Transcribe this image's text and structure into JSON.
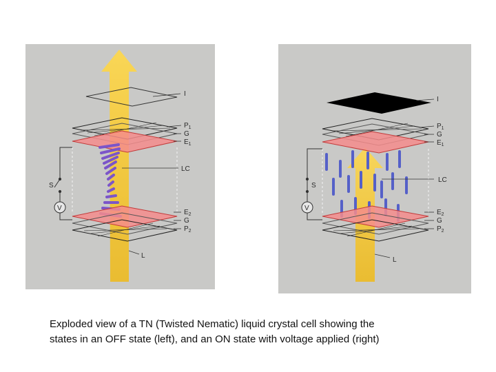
{
  "caption": {
    "line1": "Exploded view of a TN (Twisted Nematic) liquid crystal cell showing the",
    "line2": "states in an OFF state (left), and an ON state with voltage applied (right)"
  },
  "labels": {
    "I": "I",
    "P1": "P",
    "P1_sub": "1",
    "G": "G",
    "E1": "E",
    "E1_sub": "1",
    "LC": "LC",
    "S": "S",
    "V": "V",
    "E2": "E",
    "E2_sub": "2",
    "P2": "P",
    "P2_sub": "2",
    "L": "L"
  },
  "colors": {
    "panel_bg": "#c9c9c7",
    "light_beam": "#f5b800",
    "electrode": "#f48c8c",
    "lc_molecule_off": "#7b55c9",
    "lc_molecule_on": "#5560c8",
    "analyzer_on": "#000000"
  }
}
